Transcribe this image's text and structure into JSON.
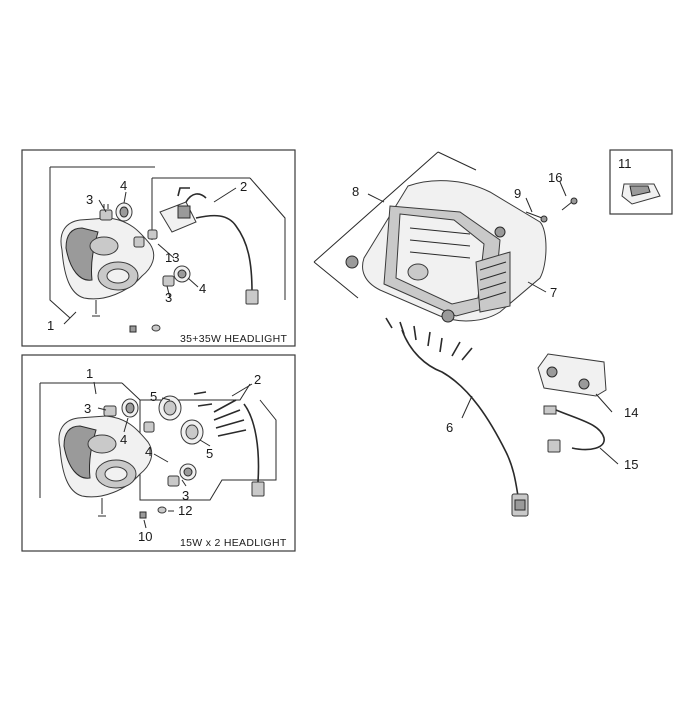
{
  "boxes": {
    "top": {
      "caption": "35+35W  HEADLIGHT"
    },
    "bottom": {
      "caption": "15W x 2  HEADLIGHT"
    }
  },
  "callouts": {
    "top_1": "1",
    "top_2": "2",
    "top_3a": "3",
    "top_3b": "3",
    "top_4a": "4",
    "top_4b": "4",
    "top_13": "13",
    "bot_1": "1",
    "bot_2": "2",
    "bot_3a": "3",
    "bot_3b": "3",
    "bot_4a": "4",
    "bot_4b": "4",
    "bot_5a": "5",
    "bot_5b": "5",
    "bot_10": "10",
    "bot_12": "12",
    "r_6": "6",
    "r_7": "7",
    "r_8": "8",
    "r_9": "9",
    "r_11": "11",
    "r_14": "14",
    "r_15": "15",
    "r_16": "16"
  }
}
